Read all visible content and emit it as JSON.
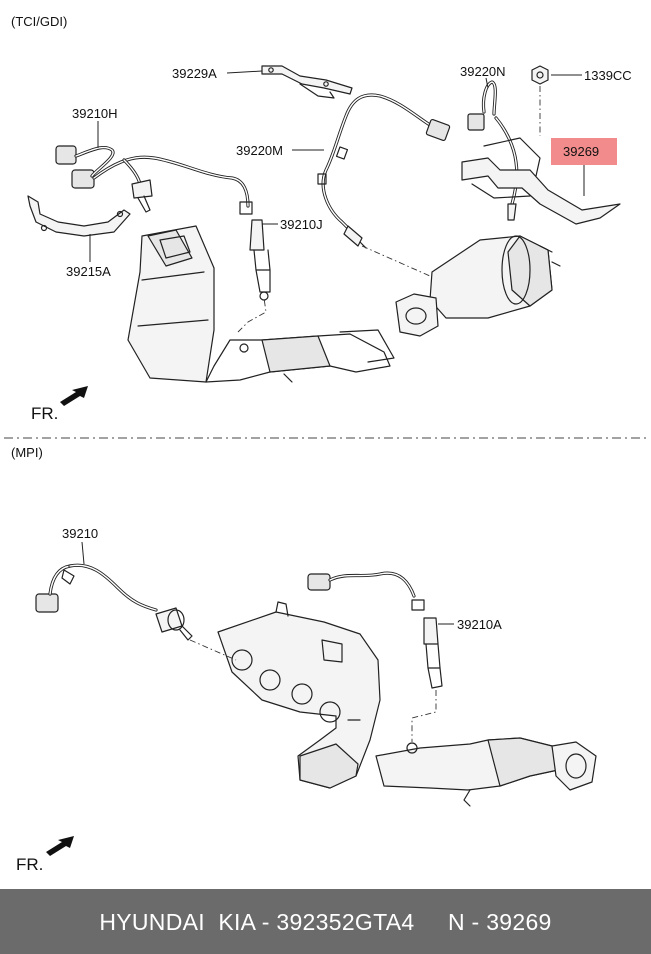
{
  "sections": {
    "top_title": "(TCI/GDI)",
    "bottom_title": "(MPI)"
  },
  "labels": {
    "p39229A": "39229A",
    "p39210H": "39210H",
    "p39220M": "39220M",
    "p39210J": "39210J",
    "p39215A": "39215A",
    "p39220N": "39220N",
    "p1339CC": "1339CC",
    "p39269": "39269",
    "p39210": "39210",
    "p39210A": "39210A"
  },
  "direction_marker": "FR.",
  "highlight_color": "#f28b8b",
  "footer": {
    "text": "HYUNDAI  KIA - 392352GTA4     N - 39269"
  }
}
